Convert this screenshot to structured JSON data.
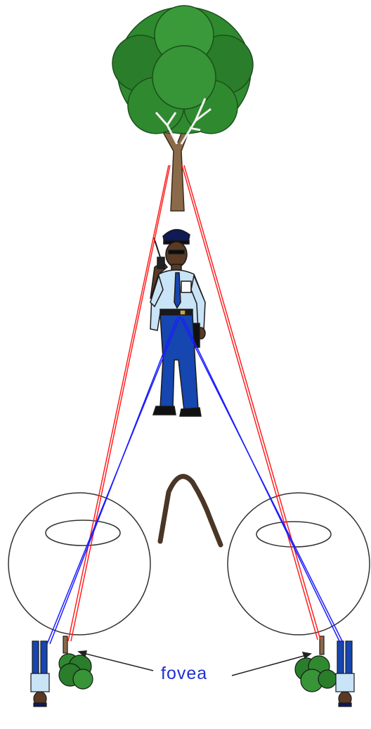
{
  "labels": {
    "fovea": "fovea"
  },
  "objects": {
    "far_object": "tree-icon",
    "near_object": "police-officer-icon",
    "eyes": [
      "left-eye",
      "right-eye"
    ],
    "nose": "nose-icon"
  },
  "colors": {
    "far_object_lines": "#ff2020",
    "near_object_lines": "#1c1cff",
    "label": "#1f2fd6",
    "foliage": "#2f8a2f",
    "trunk": "#8b6a4a",
    "uniform_shirt": "#c9e3f7",
    "uniform_pants": "#1646b0",
    "outline": "#222222"
  }
}
